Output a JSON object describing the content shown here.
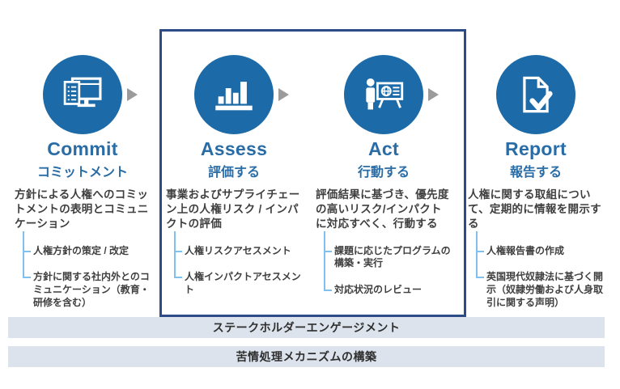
{
  "colors": {
    "circle_blue": "#1c6ba8",
    "title_blue": "#2a6ca6",
    "box_border_navy": "#2c4b87",
    "connector_light_blue": "#7fc0ee",
    "bar_background": "#dce3ec",
    "arrow_gray": "#9b9b9b",
    "body_text": "#3f3f3f"
  },
  "steps": [
    {
      "id": "commit",
      "icon": "monitor-document-icon",
      "title_en": "Commit",
      "title_ja": "コミットメント",
      "description": "方針による人権へのコミットメントの表明とコミュニケーション",
      "items": [
        "人権方針の策定 / 改定",
        "方針に関する社内外とのコミュニケーション（教育・研修を含む）"
      ]
    },
    {
      "id": "assess",
      "icon": "bar-chart-icon",
      "title_en": "Assess",
      "title_ja": "評価する",
      "description": "事業およびサプライチェーン上の人権リスク / インパクトの評価",
      "items": [
        "人権リスクアセスメント",
        "人権インパクトアセスメント"
      ]
    },
    {
      "id": "act",
      "icon": "presentation-globe-icon",
      "title_en": "Act",
      "title_ja": "行動する",
      "description": "評価結果に基づき、優先度の高いリスク/インパクトに対応すべく、行動する",
      "items": [
        "課題に応じたプログラムの構築・実行",
        "対応状況のレビュー"
      ]
    },
    {
      "id": "report",
      "icon": "document-check-icon",
      "title_en": "Report",
      "title_ja": "報告する",
      "description": "人権に関する取組について、定期的に情報を開示する",
      "items": [
        "人権報告書の作成",
        "英国現代奴隷法に基づく開示（奴隷労働および人身取引に関する声明）"
      ]
    }
  ],
  "bottom_bars": [
    {
      "label": "ステークホルダーエンゲージメント"
    },
    {
      "label": "苦情処理メカニズムの構築"
    }
  ]
}
